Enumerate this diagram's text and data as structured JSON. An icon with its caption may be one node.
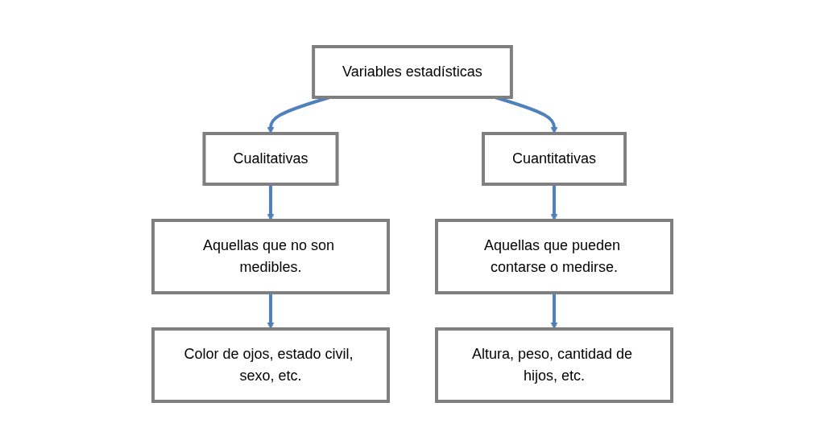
{
  "diagram": {
    "nodes": [
      {
        "text": [
          "Variables estadísticas"
        ]
      },
      {
        "text": [
          "Cualitativas"
        ]
      },
      {
        "text": [
          "Cuantitativas"
        ]
      },
      {
        "text": [
          "Aquellas que no son medibles."
        ]
      },
      {
        "text": [
          "Color de ojos, estado civil, sexo, etc."
        ]
      },
      {
        "text": [
          "Aquellas que pueden contarse o medirse."
        ]
      },
      {
        "text": [
          "Altura, peso, cantidad de hijos, etc."
        ]
      }
    ],
    "edges": [
      {
        "from": 0,
        "to": 1,
        "arrow": "to"
      },
      {
        "from": 0,
        "to": 2,
        "arrow": "to"
      },
      {
        "from": 1,
        "to": 3,
        "arrow": "to"
      },
      {
        "from": 3,
        "to": 4,
        "arrow": "to"
      },
      {
        "from": 2,
        "to": 5,
        "arrow": "to"
      },
      {
        "from": 5,
        "to": 6,
        "arrow": "to"
      }
    ]
  }
}
